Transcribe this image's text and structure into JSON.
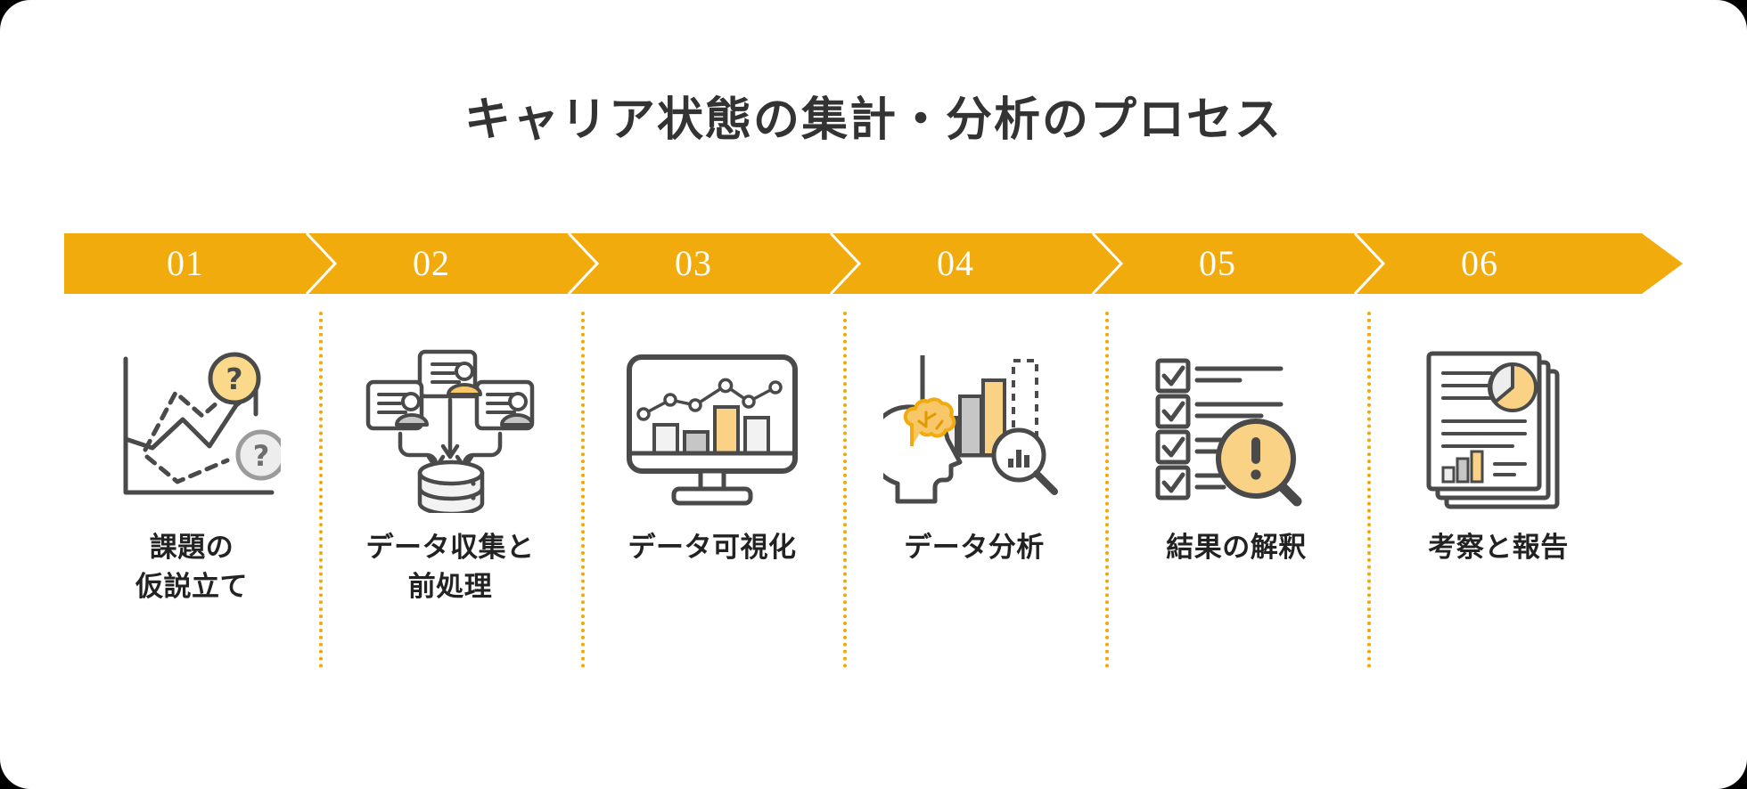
{
  "theme": {
    "accent": "#F2AB0C",
    "accent_light": "#FAD98A",
    "divider": "#F2A900",
    "ink": "#4A4A4A",
    "text": "#333333",
    "background": "#FFFFFF",
    "page_frame": "#000000",
    "gray_fill": "#EDEDEE",
    "gray_mid": "#C6C6C6"
  },
  "header": {
    "title": "キャリア状態の集計・分析のプロセス"
  },
  "banner": {
    "shape": "chevron-arrow-bar",
    "numbers": [
      "01",
      "02",
      "03",
      "04",
      "05",
      "06"
    ]
  },
  "steps": [
    {
      "number": "01",
      "label": "課題の\n仮説立て",
      "label_lines": [
        "課題の",
        "仮説立て"
      ],
      "icon": "trend-chart-question-icon"
    },
    {
      "number": "02",
      "label": "データ収集と\n前処理",
      "label_lines": [
        "データ収集と",
        "前処理"
      ],
      "icon": "documents-to-database-icon"
    },
    {
      "number": "03",
      "label": "データ可視化",
      "label_lines": [
        "データ可視化"
      ],
      "icon": "monitor-bar-line-chart-icon"
    },
    {
      "number": "04",
      "label": "データ分析",
      "label_lines": [
        "データ分析"
      ],
      "icon": "brain-head-bars-magnifier-icon"
    },
    {
      "number": "05",
      "label": "結果の解釈",
      "label_lines": [
        "結果の解釈"
      ],
      "icon": "checklist-magnifier-alert-icon"
    },
    {
      "number": "06",
      "label": "考察と報告",
      "label_lines": [
        "考察と報告"
      ],
      "icon": "report-documents-pie-icon"
    }
  ]
}
